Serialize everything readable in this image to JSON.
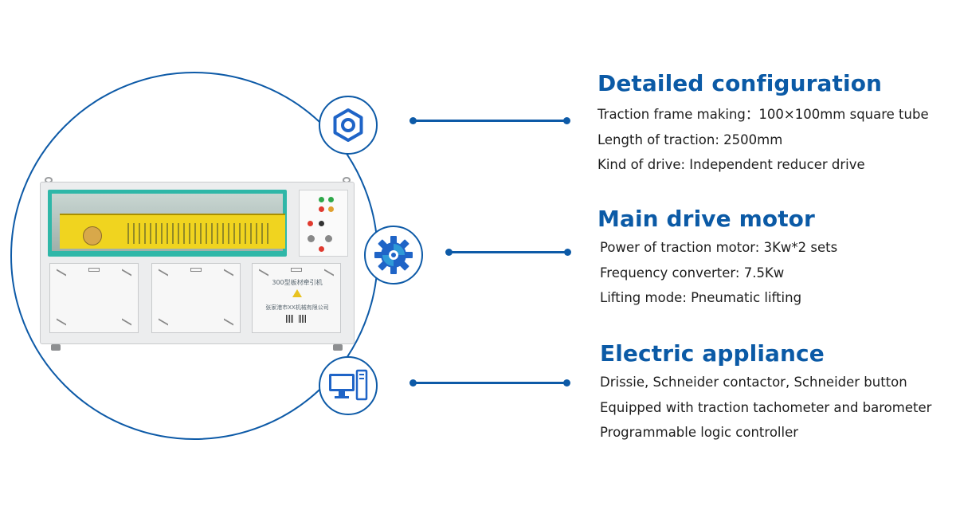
{
  "colors": {
    "accent": "#0d5aa7",
    "heading": "#0b5aa6",
    "text": "#1d1d1d"
  },
  "icons": {
    "configuration": "hexagon-nut-icon",
    "motor": "gear-icon",
    "electric": "computer-icon"
  },
  "machine": {
    "door_title": "300型板材牵引机",
    "company": "张家港市XX机械有限公司"
  },
  "sections": [
    {
      "title": "Detailed configuration",
      "lines": [
        "Traction frame making：100×100mm square tube",
        "Length of traction: 2500mm",
        "Kind of drive: Independent reducer drive"
      ]
    },
    {
      "title": "Main drive motor",
      "lines": [
        "Power of traction motor: 3Kw*2 sets",
        "Frequency converter: 7.5Kw",
        "Lifting mode: Pneumatic lifting"
      ]
    },
    {
      "title": "Electric appliance",
      "lines": [
        "Drissie, Schneider contactor, Schneider button",
        "Equipped with traction tachometer and barometer",
        "Programmable logic controller"
      ]
    }
  ]
}
